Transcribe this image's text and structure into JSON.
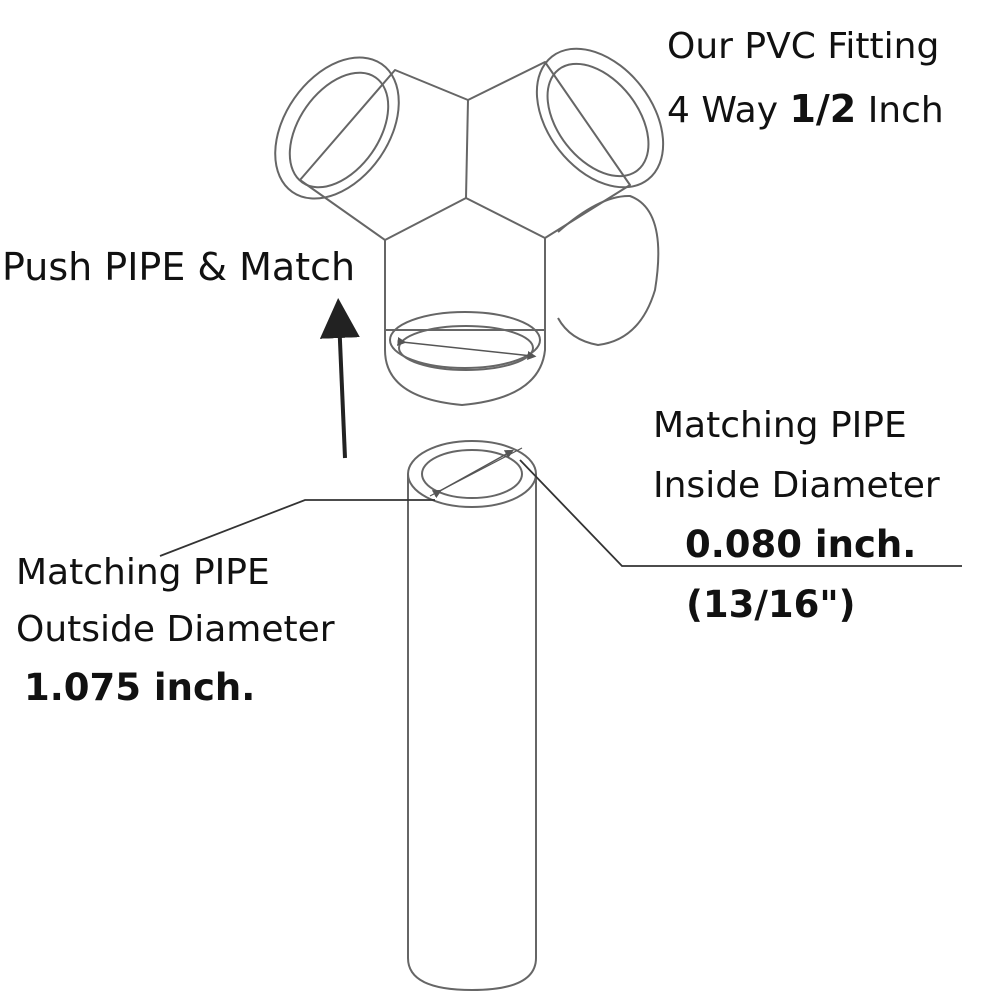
{
  "fitting_label": {
    "line1": "Our PVC Fitting",
    "line2_prefix": "4 Way",
    "line2_size": "1/2",
    "line2_suffix": "Inch"
  },
  "push_label": "Push PIPE & Match",
  "inside_label": {
    "line1": "Matching PIPE",
    "line2": "Inside Diameter",
    "value": "0.080 inch.",
    "fraction": "(13/16\")"
  },
  "outside_label": {
    "line1": "Matching PIPE",
    "line2": "Outside Diameter",
    "value": "1.075 inch."
  },
  "colors": {
    "line": "#555555",
    "text": "#111111",
    "background": "#ffffff"
  }
}
